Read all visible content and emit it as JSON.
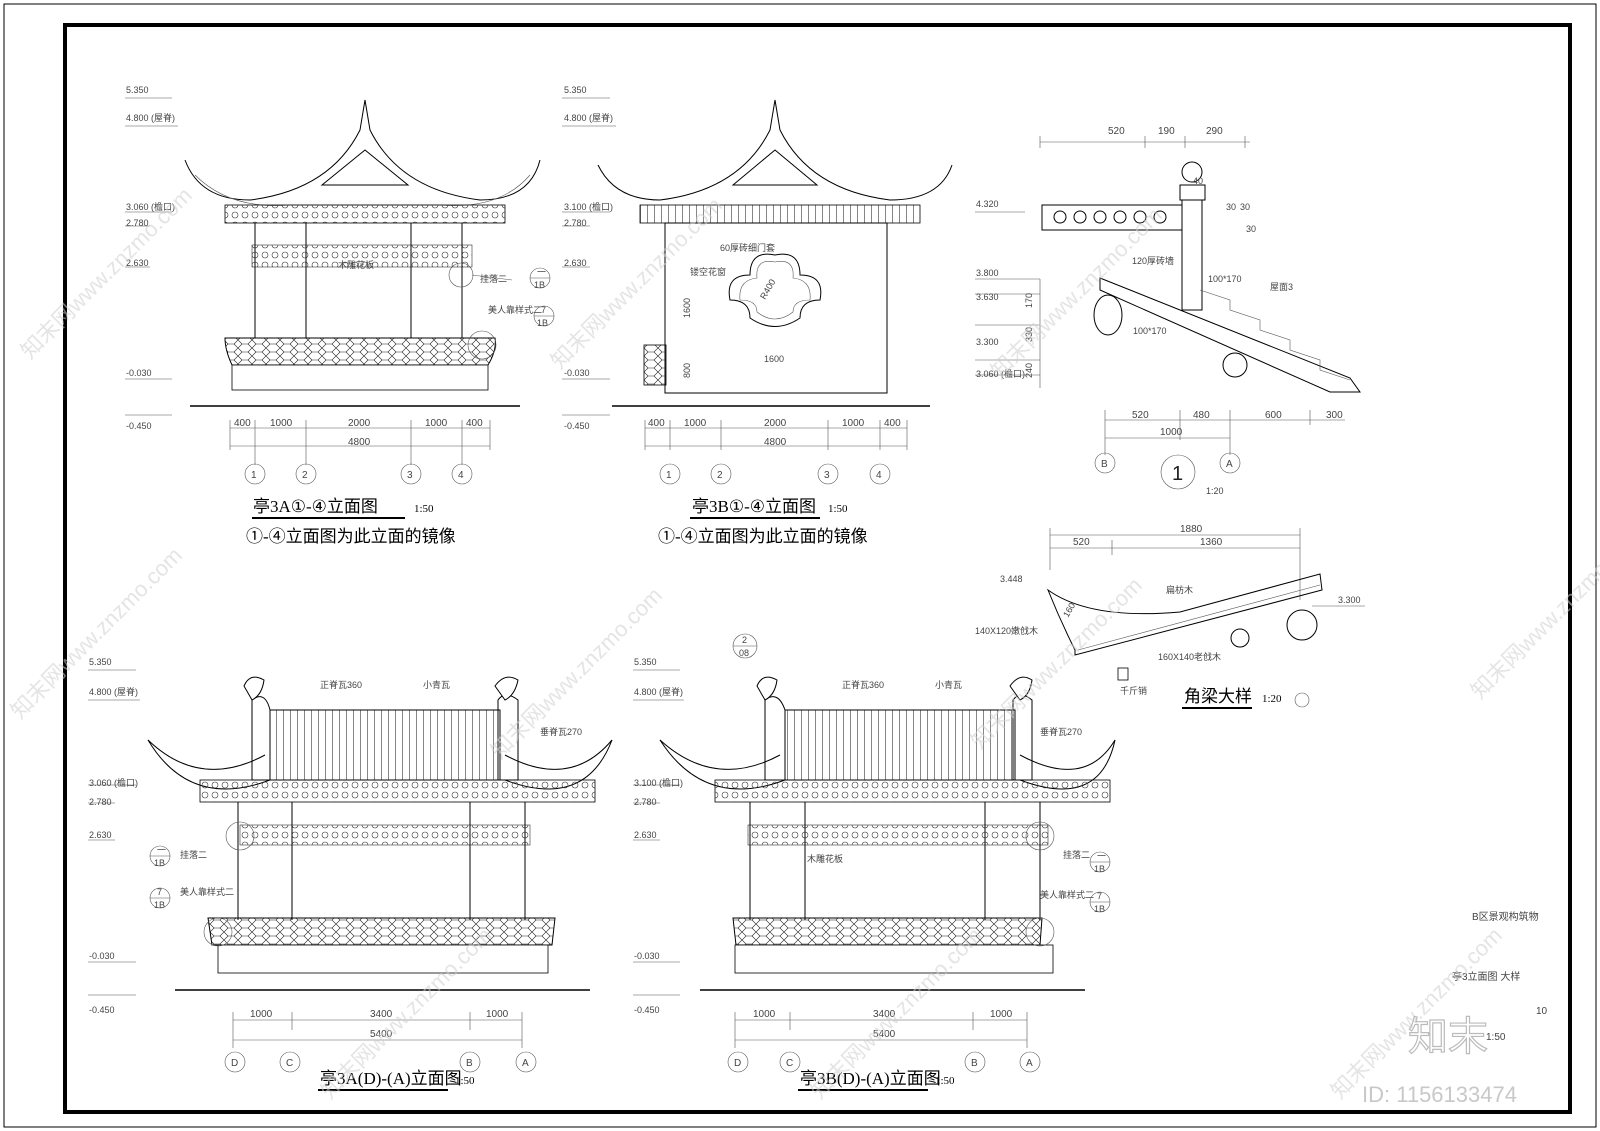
{
  "elevations": {
    "e1": {
      "title": "亭3A①-④立面图",
      "scale": "1:50",
      "note": "①-④立面图为此立面的镜像",
      "levels": [
        "5.350",
        "4.800 (屋脊)",
        "3.060 (檐口)",
        "2.780",
        "2.630",
        "-0.030",
        "-0.450"
      ],
      "dims": [
        "400",
        "1000",
        "2000",
        "1000",
        "400"
      ],
      "total": "4800",
      "axes": [
        "1",
        "2",
        "3",
        "4"
      ],
      "callouts": [
        "挂落二",
        "美人靠样式二"
      ],
      "callout_ref": [
        "1B",
        "1B"
      ],
      "callout_num": [
        "一",
        "7"
      ],
      "label_in": "木雕花板"
    },
    "e2": {
      "title": "亭3B①-④立面图",
      "scale": "1:50",
      "note": "①-④立面图为此立面的镜像",
      "levels": [
        "5.350",
        "4.800 (屋脊)",
        "3.100 (檐口)",
        "2.780",
        "2.630",
        "-0.030",
        "-0.450"
      ],
      "dims": [
        "400",
        "1000",
        "2000",
        "1000",
        "400"
      ],
      "total": "4800",
      "axes": [
        "1",
        "2",
        "3",
        "4"
      ],
      "labels": [
        "60厚砖细门套",
        "镂空花窗",
        "R400",
        "1600",
        "800",
        "1600"
      ]
    },
    "e3": {
      "title": "亭3A(D)-(A)立面图",
      "scale": "1:50",
      "levels": [
        "5.350",
        "4.800 (屋脊)",
        "3.060 (檐口)",
        "2.780",
        "2.630",
        "-0.030",
        "-0.450"
      ],
      "dims": [
        "1000",
        "3400",
        "1000"
      ],
      "total": "5400",
      "axes": [
        "D",
        "C",
        "B",
        "A"
      ],
      "callouts": [
        "挂落二",
        "美人靠样式二"
      ],
      "callout_num": [
        "一",
        "7"
      ],
      "callout_ref": [
        "1B",
        "1B"
      ],
      "labels": [
        "正脊瓦360",
        "小青瓦",
        "垂脊瓦270"
      ]
    },
    "e4": {
      "title": "亭3B(D)-(A)立面图",
      "scale": "1:50",
      "levels": [
        "5.350",
        "4.800 (屋脊)",
        "3.100 (檐口)",
        "2.780",
        "2.630",
        "-0.030",
        "-0.450"
      ],
      "dims": [
        "1000",
        "3400",
        "1000"
      ],
      "total": "5400",
      "axes": [
        "D",
        "C",
        "B",
        "A"
      ],
      "callouts": [
        "挂落二",
        "美人靠样式二"
      ],
      "callout_num": [
        "一",
        "7"
      ],
      "callout_ref": [
        "1B",
        "1B"
      ],
      "ref_top": [
        "2",
        "08"
      ],
      "labels": [
        "正脊瓦360",
        "小青瓦",
        "垂脊瓦270",
        "木雕花板"
      ]
    }
  },
  "detail1": {
    "marker": "1",
    "scale": "1:20",
    "top_dims": [
      "520",
      "190",
      "290"
    ],
    "bottom_dims": [
      "520",
      "480",
      "600",
      "300"
    ],
    "bottom_total": "1000",
    "levels": [
      "4.320",
      "3.800",
      "3.630",
      "3.300",
      "3.060 (檐口)"
    ],
    "vdims": [
      "170",
      "330",
      "240"
    ],
    "small_dims": [
      "40",
      "30",
      "30",
      "30"
    ],
    "labels": [
      "120厚砖墙",
      "100*170",
      "屋面3",
      "100*170"
    ],
    "axes": [
      "B",
      "A"
    ]
  },
  "detail2": {
    "title": "角梁大样",
    "scale": "1:20",
    "dims": [
      "1880",
      "520",
      "1360"
    ],
    "levels": [
      "3.448",
      "3.300"
    ],
    "labels": [
      "扁枋木",
      "140X120嫩戗木",
      "160X140老戗木",
      "千斤销",
      "160"
    ]
  },
  "titleblock": {
    "project": "B区景观构筑物",
    "drawing": "亭3立面图 大样",
    "scale": "1:50",
    "sheet": "10"
  },
  "brand": {
    "logo": "知末",
    "id": "ID: 1156133474",
    "watermark": "知末网www.znzmo.com"
  }
}
